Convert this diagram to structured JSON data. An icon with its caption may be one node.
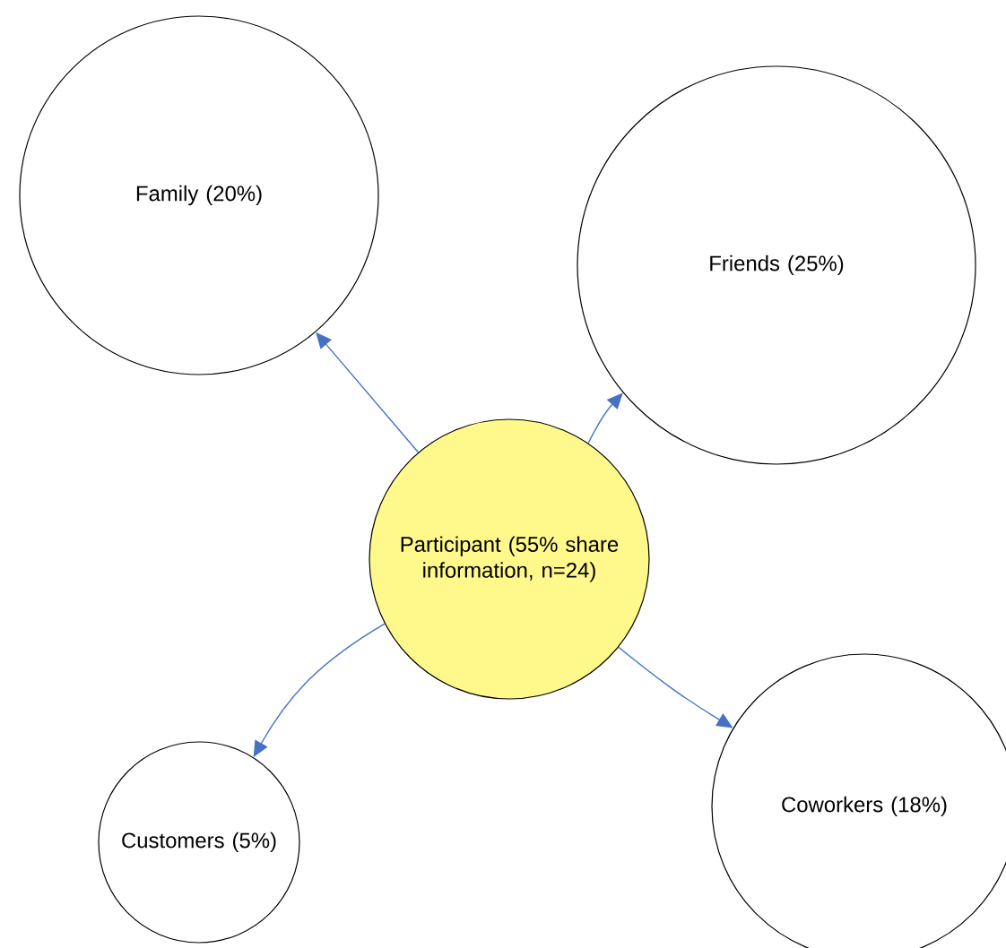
{
  "diagram": {
    "nodes": [
      {
        "text": [
          "Family (20%)"
        ]
      },
      {
        "text": [
          "Friends (25%)"
        ]
      },
      {
        "text": [
          "Participant (55% share information, n=24)"
        ]
      },
      {
        "text": [
          "Customers (5%)"
        ]
      },
      {
        "text": [
          "Coworkers (18%)"
        ]
      }
    ],
    "edges": [
      {
        "from": 2,
        "to": 0,
        "arrow": "to"
      },
      {
        "from": 2,
        "to": 1,
        "arrow": "to"
      },
      {
        "from": 2,
        "to": 3,
        "arrow": "to"
      },
      {
        "from": 2,
        "to": 4,
        "arrow": "to"
      }
    ]
  }
}
